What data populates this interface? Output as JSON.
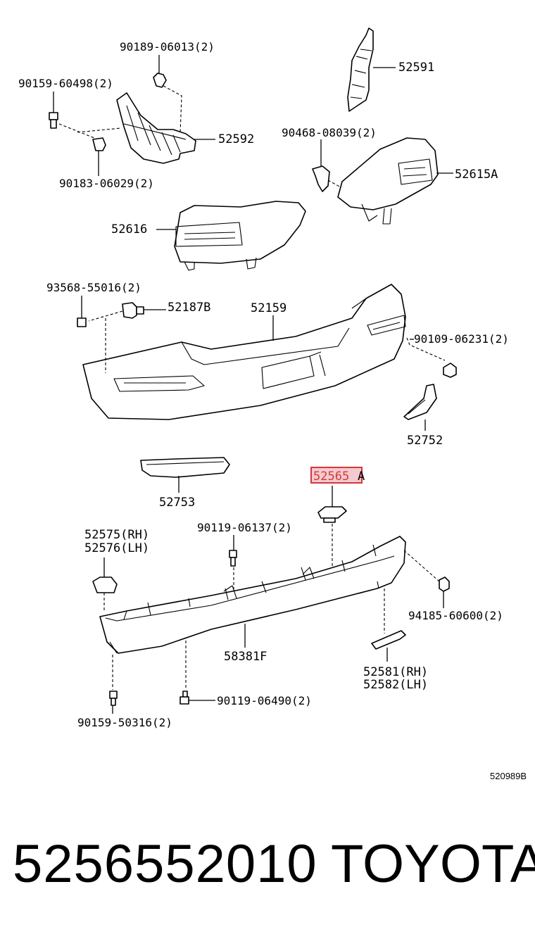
{
  "diagram": {
    "labels": {
      "l_90189_06013": "90189-06013(2)",
      "l_90159_60498": "90159-60498(2)",
      "l_52591": "52591",
      "l_52592": "52592",
      "l_90468_08039": "90468-08039(2)",
      "l_90183_06029": "90183-06029(2)",
      "l_52615A": "52615A",
      "l_52616": "52616",
      "l_93568_55016": "93568-55016(2)",
      "l_52187B": "52187B",
      "l_52159": "52159",
      "l_90109_06231": "90109-06231(2)",
      "l_52752": "52752",
      "l_52753": "52753",
      "l_52565A_part": "52565",
      "l_52565A_suffix": "A",
      "l_52575": "52575(RH)",
      "l_52576": "52576(LH)",
      "l_90119_06137": "90119-06137(2)",
      "l_94185_60600": "94185-60600(2)",
      "l_58381F": "58381F",
      "l_52581": "52581(RH)",
      "l_52582": "52582(LH)",
      "l_90159_50316": "90159-50316(2)",
      "l_90119_06490": "90119-06490(2)"
    },
    "illustration_code": "520989B",
    "highlight_color": "#d23a3a"
  },
  "footer": {
    "part_number": "5256552010",
    "brand": "TOYOTA"
  }
}
